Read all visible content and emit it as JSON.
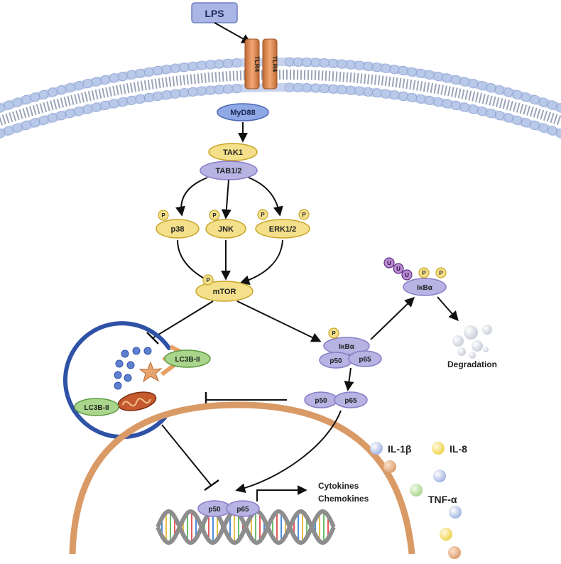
{
  "colors": {
    "membrane_head": "#b9c9ea",
    "membrane_edge": "#8fa3cf",
    "tlr4": "#e8945a",
    "yellow_node": "#f4e08a",
    "yellow_edge": "#c9a52a",
    "purple_node": "#b7b3e3",
    "purple_edge": "#8a7cc6",
    "lc3b": "#a9d68c",
    "nucleus": "#d99a66",
    "ubiquitin": "#b98bd1"
  },
  "diagram": {
    "lps": "LPS",
    "tlr4_left": "TLR4",
    "tlr4_right": "TLR4",
    "myd88": "MyD88",
    "tak1": "TAK1",
    "tab12": "TAB1/2",
    "p38": "p38",
    "jnk": "JNK",
    "erk12": "ERK1/2",
    "mtor": "mTOR",
    "phospho": "P",
    "ubiq": "U",
    "ikba": "IκBα",
    "ikba_top": "IκBα",
    "p50": "p50",
    "p65": "p65",
    "degradation": "Degradation",
    "lc3b_right": "LC3B-II",
    "lc3b_left": "LC3B-II",
    "cytokines": "Cytokines",
    "chemokines": "Chemokines",
    "il1b": "IL-1β",
    "il8": "IL-8",
    "tnfa": "TNF-α"
  }
}
